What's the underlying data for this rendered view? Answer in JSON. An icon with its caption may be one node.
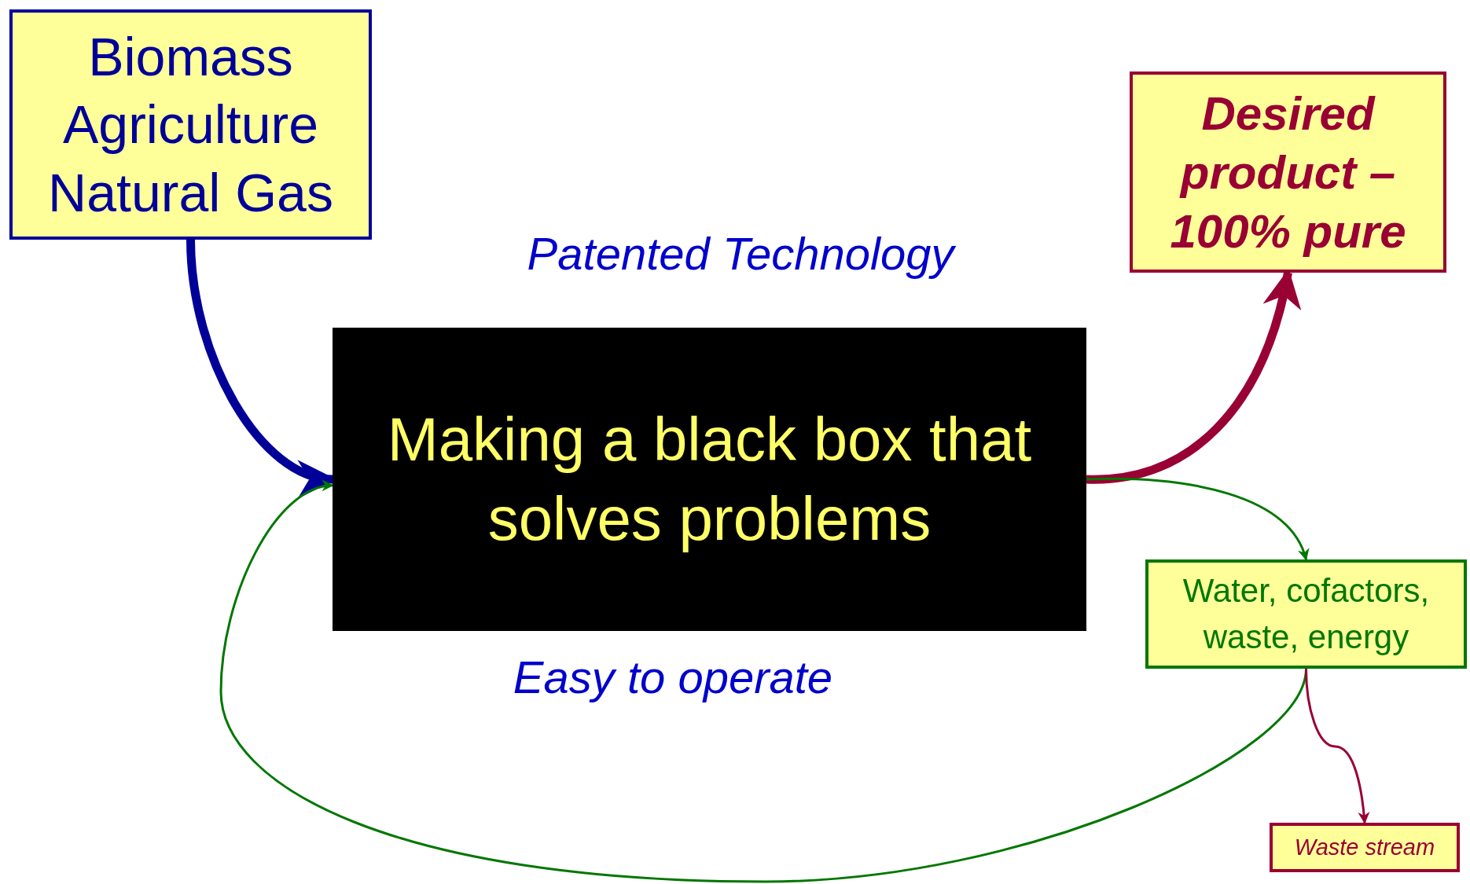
{
  "diagram": {
    "nodes": [
      {
        "text": [
          "Biomass",
          "Agriculture",
          "Natural Gas"
        ]
      },
      {
        "text": [
          "Desired product – 100% pure"
        ]
      },
      {
        "text": [
          "Making a black box that solves problems"
        ]
      },
      {
        "text": [
          "Water, cofactors, waste, energy"
        ]
      },
      {
        "text": [
          "Waste stream"
        ]
      }
    ],
    "edges": [
      {
        "from": 0,
        "to": 2,
        "arrow": "to",
        "style": "thick",
        "color": "#000099"
      },
      {
        "from": 2,
        "to": 1,
        "arrow": "to",
        "style": "thick",
        "color": "#990033"
      },
      {
        "from": 2,
        "to": 3,
        "arrow": "to",
        "color": "#007700"
      },
      {
        "from": 3,
        "to": 2,
        "arrow": "to",
        "color": "#007700"
      },
      {
        "from": 3,
        "to": 4,
        "arrow": "to",
        "color": "#990033"
      }
    ],
    "labels": [
      "Patented Technology",
      "Easy to operate"
    ]
  }
}
